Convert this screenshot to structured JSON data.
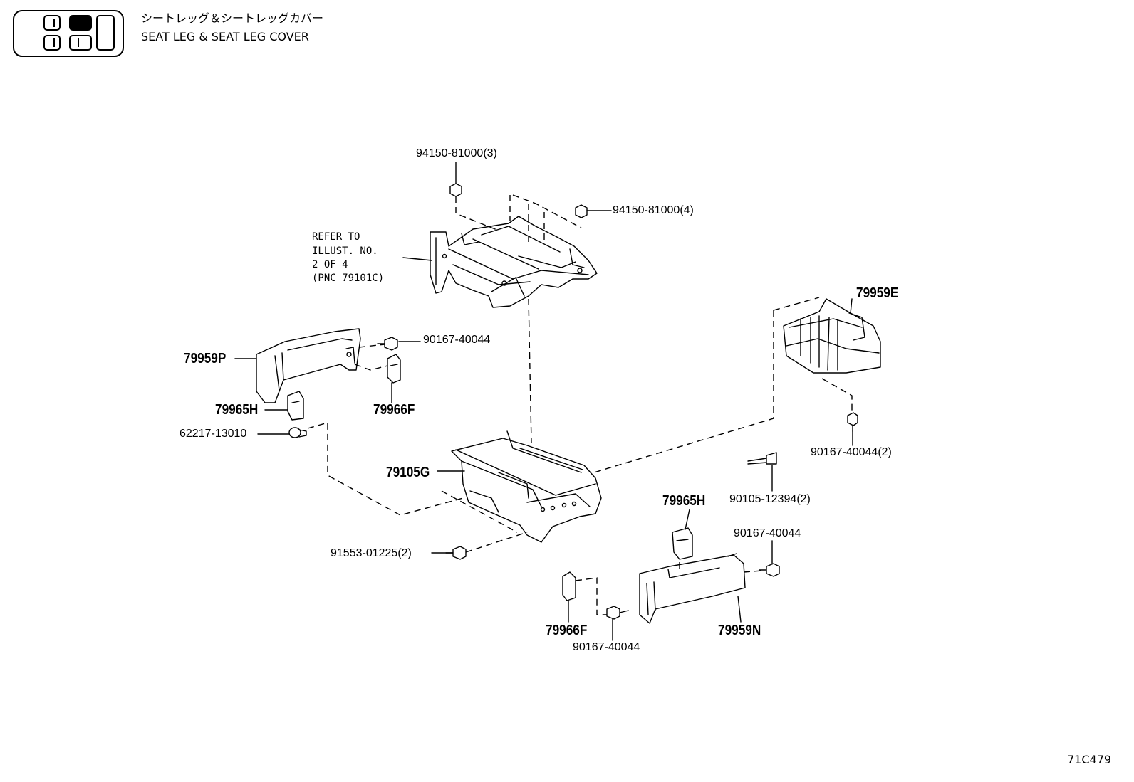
{
  "header": {
    "title_jp": "シートレッグ＆シートレッグカバー",
    "title_en": "SEAT LEG & SEAT LEG COVER",
    "icon": "seat-position-locator-icon"
  },
  "figure_id": "71C479",
  "note": {
    "line1": "REFER TO",
    "line2": "ILLUST. NO.",
    "line3": "2 OF 4",
    "line4": "(PNC 79101C)"
  },
  "callouts": {
    "nut_top": "94150-81000(3)",
    "nut_right": "94150-81000(4)",
    "cover_e": "79959E",
    "screw_upper_left": "90167-40044",
    "cover_p": "79959P",
    "clip_h_left": "79965H",
    "clip_f_left": "79966F",
    "clip_62217": "62217-13010",
    "screw_e_bottom": "90167-40044(2)",
    "leg_g": "79105G",
    "bolt_90105": "90105-12394(2)",
    "clip_h_right": "79965H",
    "screw_right": "90167-40044",
    "bolt_91553": "91553-01225(2)",
    "clip_f_right": "79966F",
    "cover_n": "79959N",
    "screw_bottom": "90167-40044"
  }
}
